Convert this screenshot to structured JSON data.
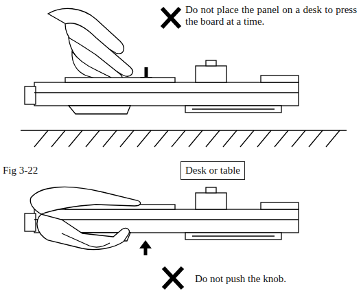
{
  "diagram": {
    "nodes": [
      {
        "text": [
          "Desk or table"
        ]
      }
    ],
    "labels": [
      "Do not place the panel on a desk to press the board at a time.",
      "Fig 3-22",
      "Do not push the knob."
    ]
  }
}
